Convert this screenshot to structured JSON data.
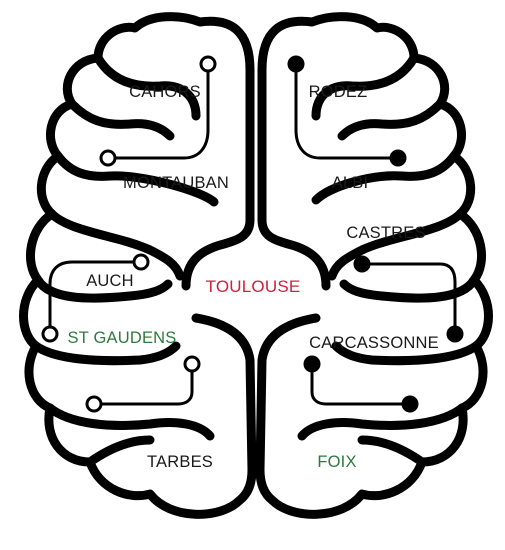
{
  "colors": {
    "outline": "#000000",
    "default_text": "#1a1a1a",
    "hub_text": "#d0203c",
    "green_text": "#2d7a3e"
  },
  "cities": {
    "cahors": "CAHORS",
    "rodez": "RODEZ",
    "montauban": "MONTAUBAN",
    "albi": "ALBI",
    "castres": "CASTRES",
    "auch": "AUCH",
    "toulouse": "TOULOUSE",
    "st_gaudens": "ST GAUDENS",
    "carcassonne": "CARCASSONNE",
    "tarbes": "TARBES",
    "foix": "FOIX"
  }
}
